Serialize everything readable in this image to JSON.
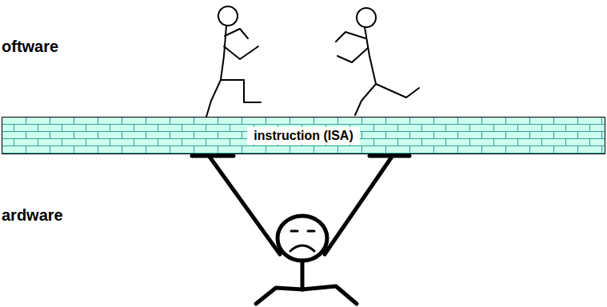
{
  "diagram": {
    "nodes": [
      {
        "text": [
          "instruction (ISA)"
        ]
      }
    ],
    "labels": [
      "oftware",
      "ardware"
    ]
  }
}
